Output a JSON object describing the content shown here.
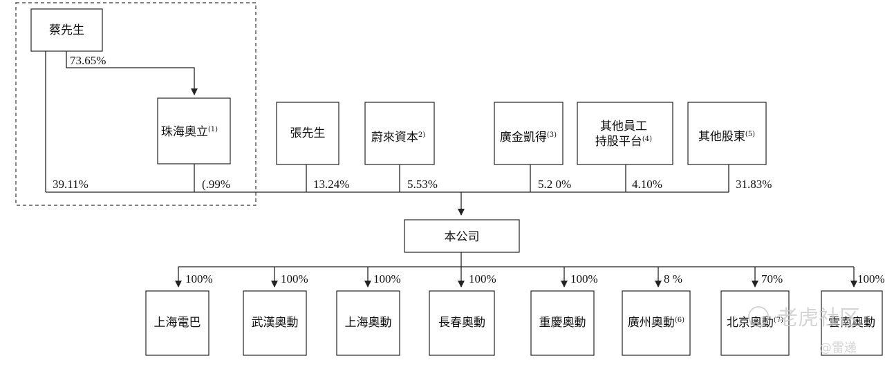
{
  "shareholders": {
    "cai": {
      "name": "蔡先生"
    },
    "zhuhai": {
      "name": "珠海奧立",
      "note": "(1)"
    },
    "zhang": {
      "name": "張先生"
    },
    "weilai": {
      "name": "蔚來資本",
      "note": "2)"
    },
    "guangjin": {
      "name": "廣金凱得",
      "note": "(3)"
    },
    "esop": {
      "name_line1": "其他員工",
      "name_line2": "持股平台",
      "note": "(4)"
    },
    "others": {
      "name": "其他股東",
      "note": "(5)"
    }
  },
  "company": {
    "name": "本公司"
  },
  "stakes": {
    "cai_to_zhuhai": "73.65%",
    "cai": "39.11%",
    "zhuhai": "(.99%",
    "zhang": "13.24%",
    "weilai": "5.53%",
    "guangjin": "5.2 0%",
    "esop": "4.10%",
    "others": "31.83%"
  },
  "subsidiaries": [
    {
      "name": "上海電巴",
      "note": "",
      "stake": "100%"
    },
    {
      "name": "武漢奧動",
      "note": "",
      "stake": "100%"
    },
    {
      "name": "上海奧動",
      "note": "",
      "stake": "100%"
    },
    {
      "name": "長春奧動",
      "note": "",
      "stake": "100%"
    },
    {
      "name": "重慶奧動",
      "note": "",
      "stake": "100%"
    },
    {
      "name": "廣州奧動",
      "note": "(6)",
      "stake": "8  %"
    },
    {
      "name": "北京奧動",
      "note": "(7)",
      "stake": "70%"
    },
    {
      "name": "雲南奧動",
      "note": "",
      "stake": "100%"
    }
  ],
  "watermark": {
    "text1": "老虎社区",
    "text2": "@雷递"
  }
}
